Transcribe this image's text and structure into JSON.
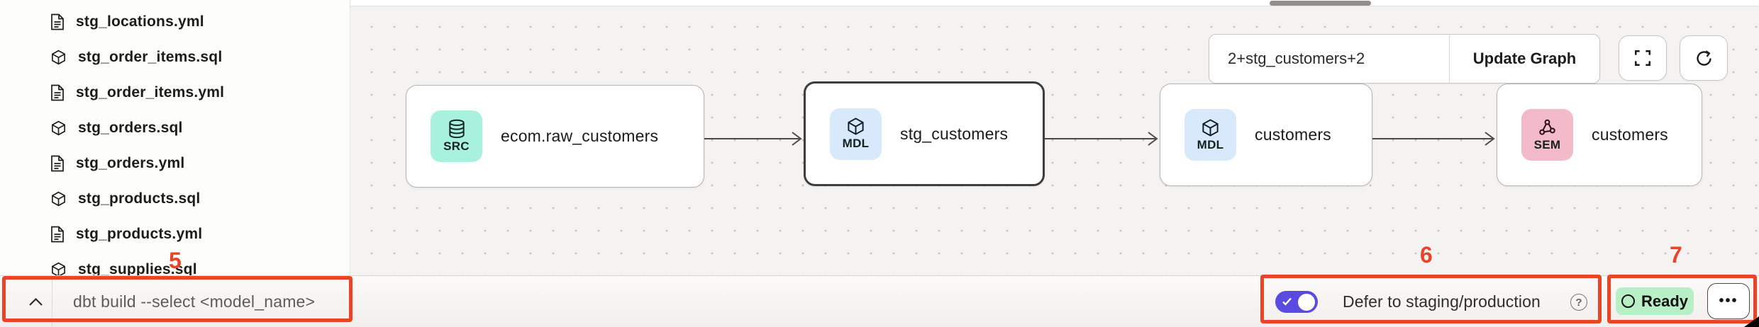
{
  "file_panel": {
    "items": [
      {
        "label": "stg_locations.yml",
        "kind": "yml"
      },
      {
        "label": "stg_order_items.sql",
        "kind": "sql"
      },
      {
        "label": "stg_order_items.yml",
        "kind": "yml"
      },
      {
        "label": "stg_orders.sql",
        "kind": "sql"
      },
      {
        "label": "stg_orders.yml",
        "kind": "yml"
      },
      {
        "label": "stg_products.sql",
        "kind": "sql"
      },
      {
        "label": "stg_products.yml",
        "kind": "yml"
      },
      {
        "label": "stg_supplies.sql",
        "kind": "sql"
      }
    ]
  },
  "graph": {
    "selector": {
      "value": "2+stg_customers+2",
      "update_label": "Update Graph"
    },
    "nodes": [
      {
        "type_label": "SRC",
        "title": "ecom.raw_customers",
        "badge_color": "#a9f1df",
        "icon": "database-icon",
        "selected": false
      },
      {
        "type_label": "MDL",
        "title": "stg_customers",
        "badge_color": "#d7e9fb",
        "icon": "cube-icon",
        "selected": true
      },
      {
        "type_label": "MDL",
        "title": "customers",
        "badge_color": "#d7e9fb",
        "icon": "cube-icon",
        "selected": false
      },
      {
        "type_label": "SEM",
        "title": "customers",
        "badge_color": "#f3bac9",
        "icon": "semantic-network-icon",
        "selected": false
      }
    ]
  },
  "bottom_bar": {
    "command_placeholder": "dbt build --select <model_name>",
    "defer_toggle": {
      "state": "on",
      "color": "#5a4be0"
    },
    "defer_label": "Defer to staging/production",
    "help_glyph": "?",
    "ready_badge": {
      "label": "Ready",
      "bg_color": "#b9efc6"
    },
    "more_label": "•••"
  },
  "annotations": {
    "color": "#ea4325",
    "numbers": [
      {
        "label": "5",
        "target": "command-input-bar"
      },
      {
        "label": "6",
        "target": "defer-toggle-group"
      },
      {
        "label": "7",
        "target": "ready-status-group"
      }
    ]
  }
}
